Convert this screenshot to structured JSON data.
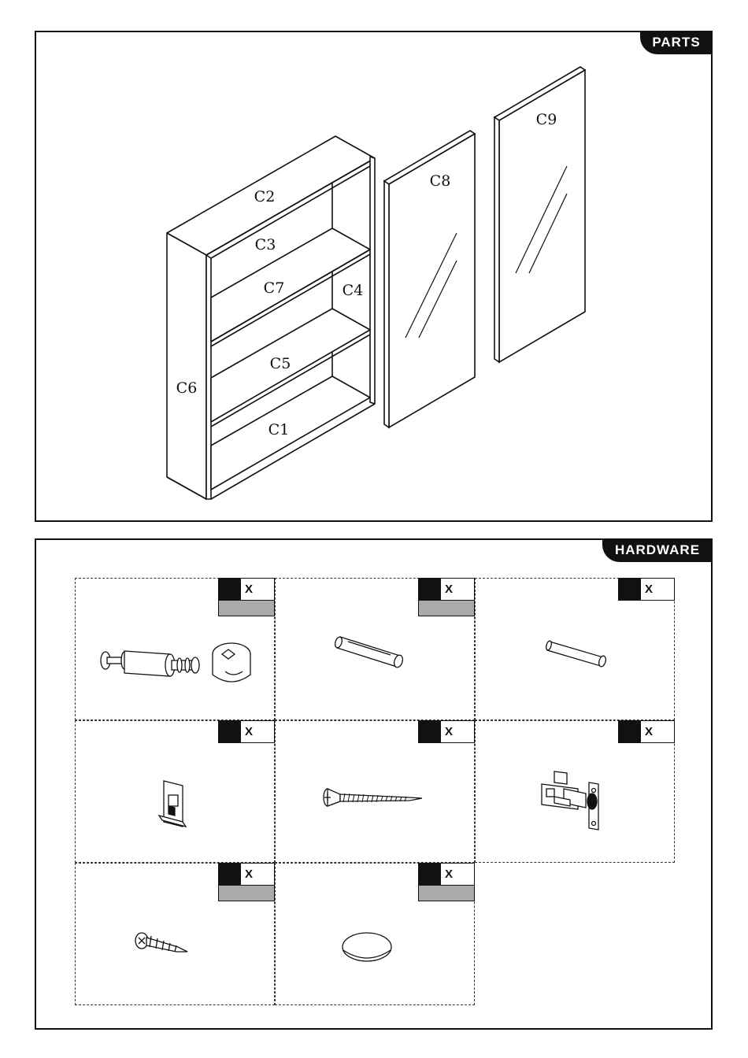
{
  "parts": {
    "tab_label": "PARTS",
    "labels": {
      "c1": "C1",
      "c2": "C2",
      "c3": "C3",
      "c4": "C4",
      "c5": "C5",
      "c6": "C6",
      "c7": "C7",
      "c8": "C8",
      "c9": "C9"
    }
  },
  "hardware": {
    "tab_label": "HARDWARE",
    "items": [
      {
        "name": "cam-lock-set",
        "qty_label": "X"
      },
      {
        "name": "wooden-dowel-large",
        "qty_label": "X"
      },
      {
        "name": "wooden-dowel-small",
        "qty_label": "X"
      },
      {
        "name": "wall-bracket",
        "qty_label": "X"
      },
      {
        "name": "long-screw",
        "qty_label": "X"
      },
      {
        "name": "hinge",
        "qty_label": "X"
      },
      {
        "name": "short-screw",
        "qty_label": "X"
      },
      {
        "name": "felt-pad",
        "qty_label": "X"
      }
    ]
  }
}
